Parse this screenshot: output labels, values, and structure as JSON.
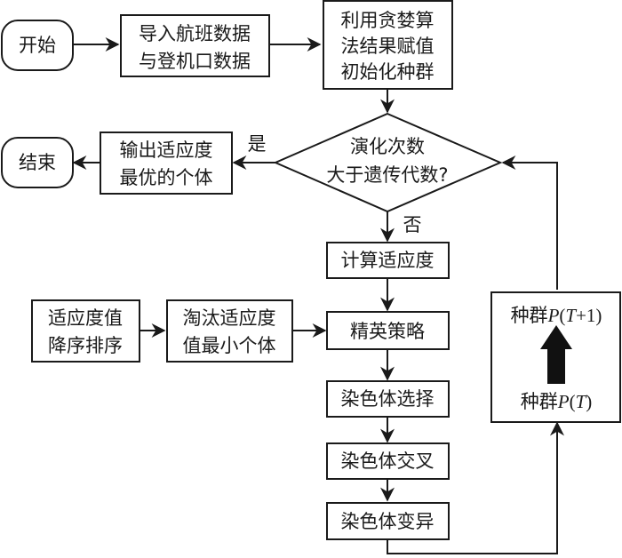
{
  "nodes": {
    "start": {
      "label": "开始"
    },
    "import": {
      "lines": [
        "导入航班数据",
        "与登机口数据"
      ]
    },
    "init": {
      "lines": [
        "利用贪婪算",
        "法结果赋值",
        "初始化种群"
      ]
    },
    "decision": {
      "lines": [
        "演化次数",
        "大于遗传代数?"
      ]
    },
    "output": {
      "lines": [
        "输出适应度",
        "最优的个体"
      ]
    },
    "end": {
      "label": "结束"
    },
    "fitness": {
      "label": "计算适应度"
    },
    "sort": {
      "lines": [
        "适应度值",
        "降序排序"
      ]
    },
    "eliminate": {
      "lines": [
        "淘汰适应度",
        "值最小个体"
      ]
    },
    "elite": {
      "label": "精英策略"
    },
    "selection": {
      "label": "染色体选择"
    },
    "crossover": {
      "label": "染色体交叉"
    },
    "mutation": {
      "label": "染色体变异"
    },
    "population": {
      "next_prefix": "种群",
      "next_var": "P",
      "next_arg": "T",
      "next_suffix": "+1",
      "curr_prefix": "种群",
      "curr_var": "P",
      "curr_arg": "T"
    }
  },
  "edge_labels": {
    "yes": "是",
    "no": "否"
  }
}
